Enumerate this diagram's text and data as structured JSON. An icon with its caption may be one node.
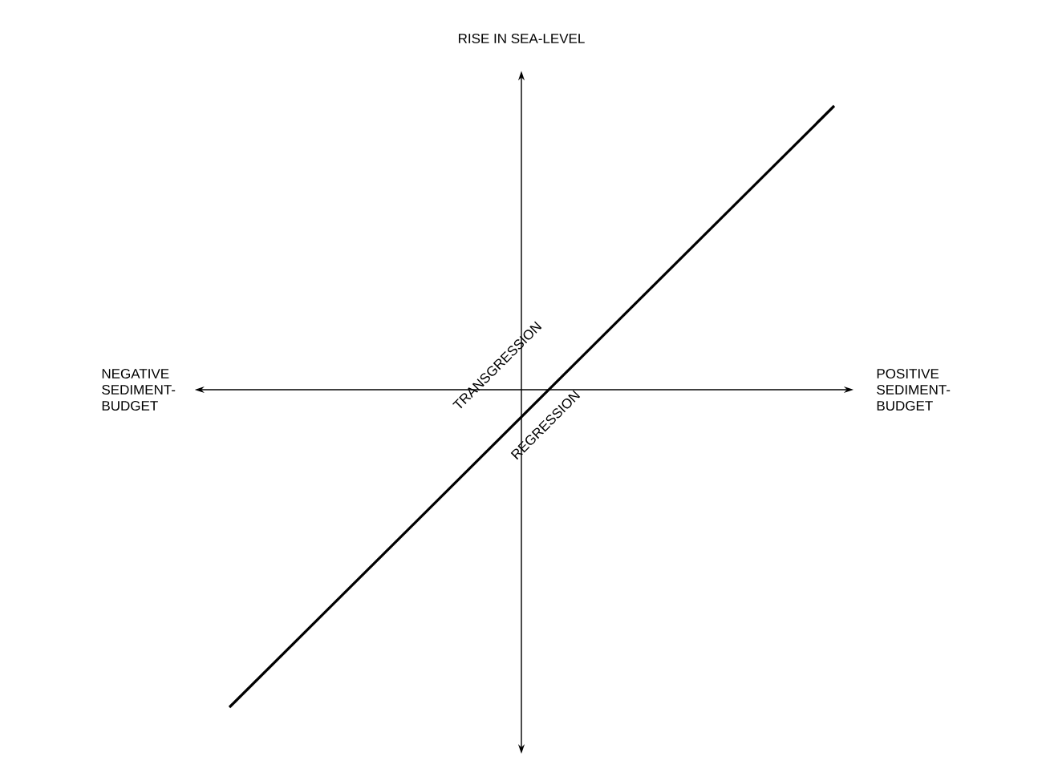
{
  "diagram": {
    "nodes": [
      {
        "text": [
          "RISE IN SEA-LEVEL"
        ]
      },
      {
        "text": [
          "NEGATIVE SEDIMENT-BUDGET"
        ]
      },
      {
        "text": [
          "POSITIVE SEDIMENT-BUDGET"
        ]
      }
    ],
    "edges": [
      {
        "from": 1,
        "to": 2,
        "arrow": "both"
      },
      {
        "from": null,
        "to": 0,
        "arrow": "both"
      }
    ],
    "labels": [
      "TRANSGRESSION",
      "REGRESSION"
    ]
  }
}
